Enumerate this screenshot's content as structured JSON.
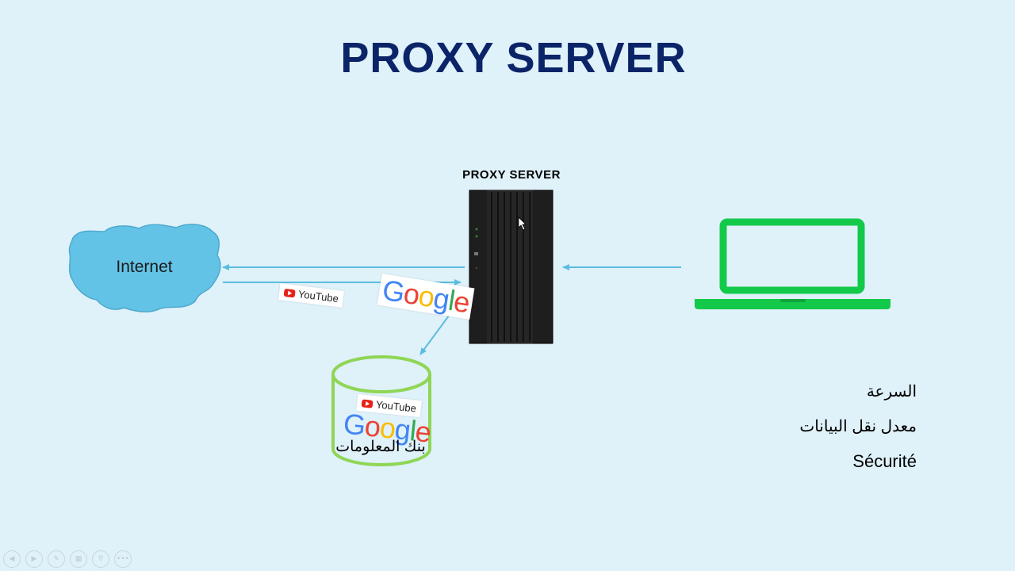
{
  "title": "PROXY SERVER",
  "server_label": "PROXY SERVER",
  "internet_label": "Internet",
  "youtube_text": "YouTube",
  "google_text": "Google",
  "database_label": "بنك المعلومات",
  "benefits": [
    "السرعة",
    "معدل نقل البيانات",
    "Sécurité"
  ],
  "colors": {
    "background": "#dff1f9",
    "title": "#0b2468",
    "cloud": "#63c3e6",
    "arrow": "#5bbde0",
    "laptop": "#13c94a",
    "database": "#8fd656",
    "server": "#1e1e1e"
  },
  "toolbar": {
    "icons": [
      "prev-icon",
      "next-icon",
      "pen-icon",
      "slides-icon",
      "zoom-icon",
      "more-icon"
    ]
  }
}
